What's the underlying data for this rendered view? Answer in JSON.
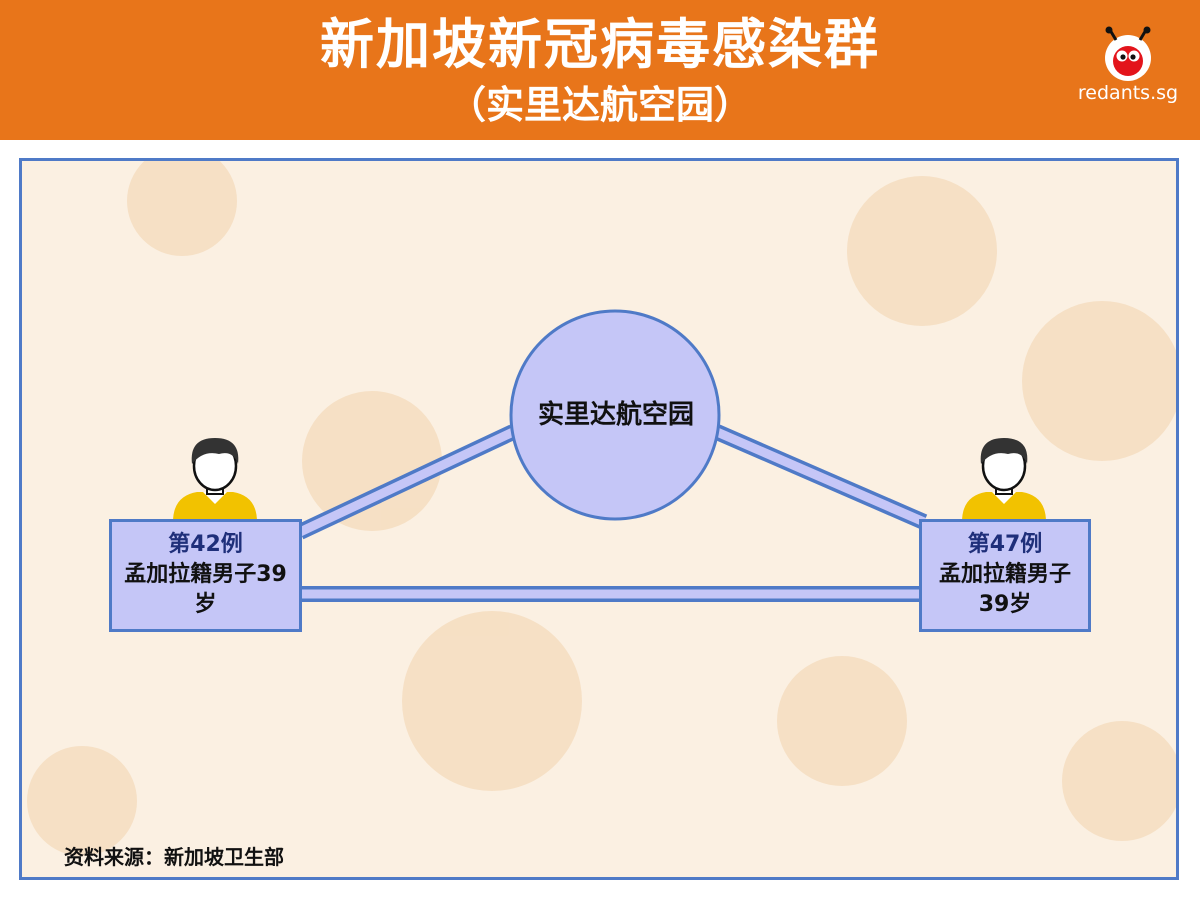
{
  "header": {
    "title": "新加坡新冠病毒感染群",
    "subtitle": "（实里达航空园）",
    "logo_text": "redants.sg",
    "background_color": "#e8751a"
  },
  "diagram": {
    "hub": {
      "label": "实里达航空园"
    },
    "cases": [
      {
        "id": "第42例",
        "description": "孟加拉籍男子39岁",
        "icon": "person-avatar-icon"
      },
      {
        "id": "第47例",
        "description": "孟加拉籍男子39岁",
        "icon": "person-avatar-icon"
      }
    ],
    "colors": {
      "node_fill": "#c5c6f7",
      "node_border": "#4f7ac7",
      "case_id_text": "#1f2f7a"
    }
  },
  "footer": {
    "source": "资料来源：新加坡卫生部"
  }
}
